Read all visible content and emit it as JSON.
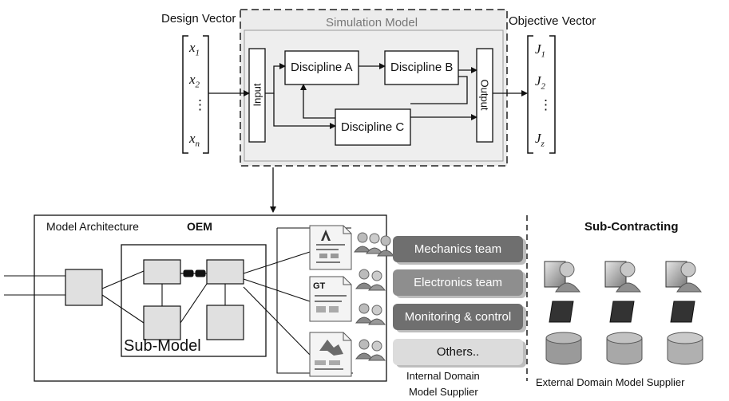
{
  "top": {
    "design_vector_title": "Design Vector",
    "simulation_model_title": "Simulation Model",
    "objective_vector_title": "Objective Vector",
    "design_vector_entries": [
      "x1",
      "x2",
      "⋮",
      "xn"
    ],
    "objective_vector_entries": [
      "J1",
      "J2",
      "⋮",
      "Jz"
    ],
    "input_label": "Input",
    "output_label": "Output",
    "discipline_a": "Discipline A",
    "discipline_b": "Discipline B",
    "discipline_c": "Discipline C"
  },
  "bottom": {
    "model_architecture_label": "Model Architecture",
    "oem_label": "OEM",
    "sub_model_label": "Sub-Model",
    "gt_logo_text": "GT",
    "teams": [
      {
        "label": "Mechanics team",
        "color": "#6f6f6f",
        "text_color": "#ffffff"
      },
      {
        "label": "Electronics team",
        "color": "#8e8e8e",
        "text_color": "#ffffff"
      },
      {
        "label": "Monitoring & control",
        "color": "#6f6f6f",
        "text_color": "#ffffff"
      },
      {
        "label": "Others..",
        "color": "#dcdcdc",
        "text_color": "#111111"
      }
    ],
    "internal_supplier_line1": "Internal Domain",
    "internal_supplier_line2": "Model Supplier",
    "sub_contracting_title": "Sub-Contracting",
    "external_supplier_label": "External Domain Model Supplier"
  },
  "colors": {
    "sim_bg": "#ececec",
    "dash": "#555555",
    "person_head": "#c0c0c0",
    "person_shirt": "#9a9a9a",
    "database": "#9a9a9a"
  }
}
